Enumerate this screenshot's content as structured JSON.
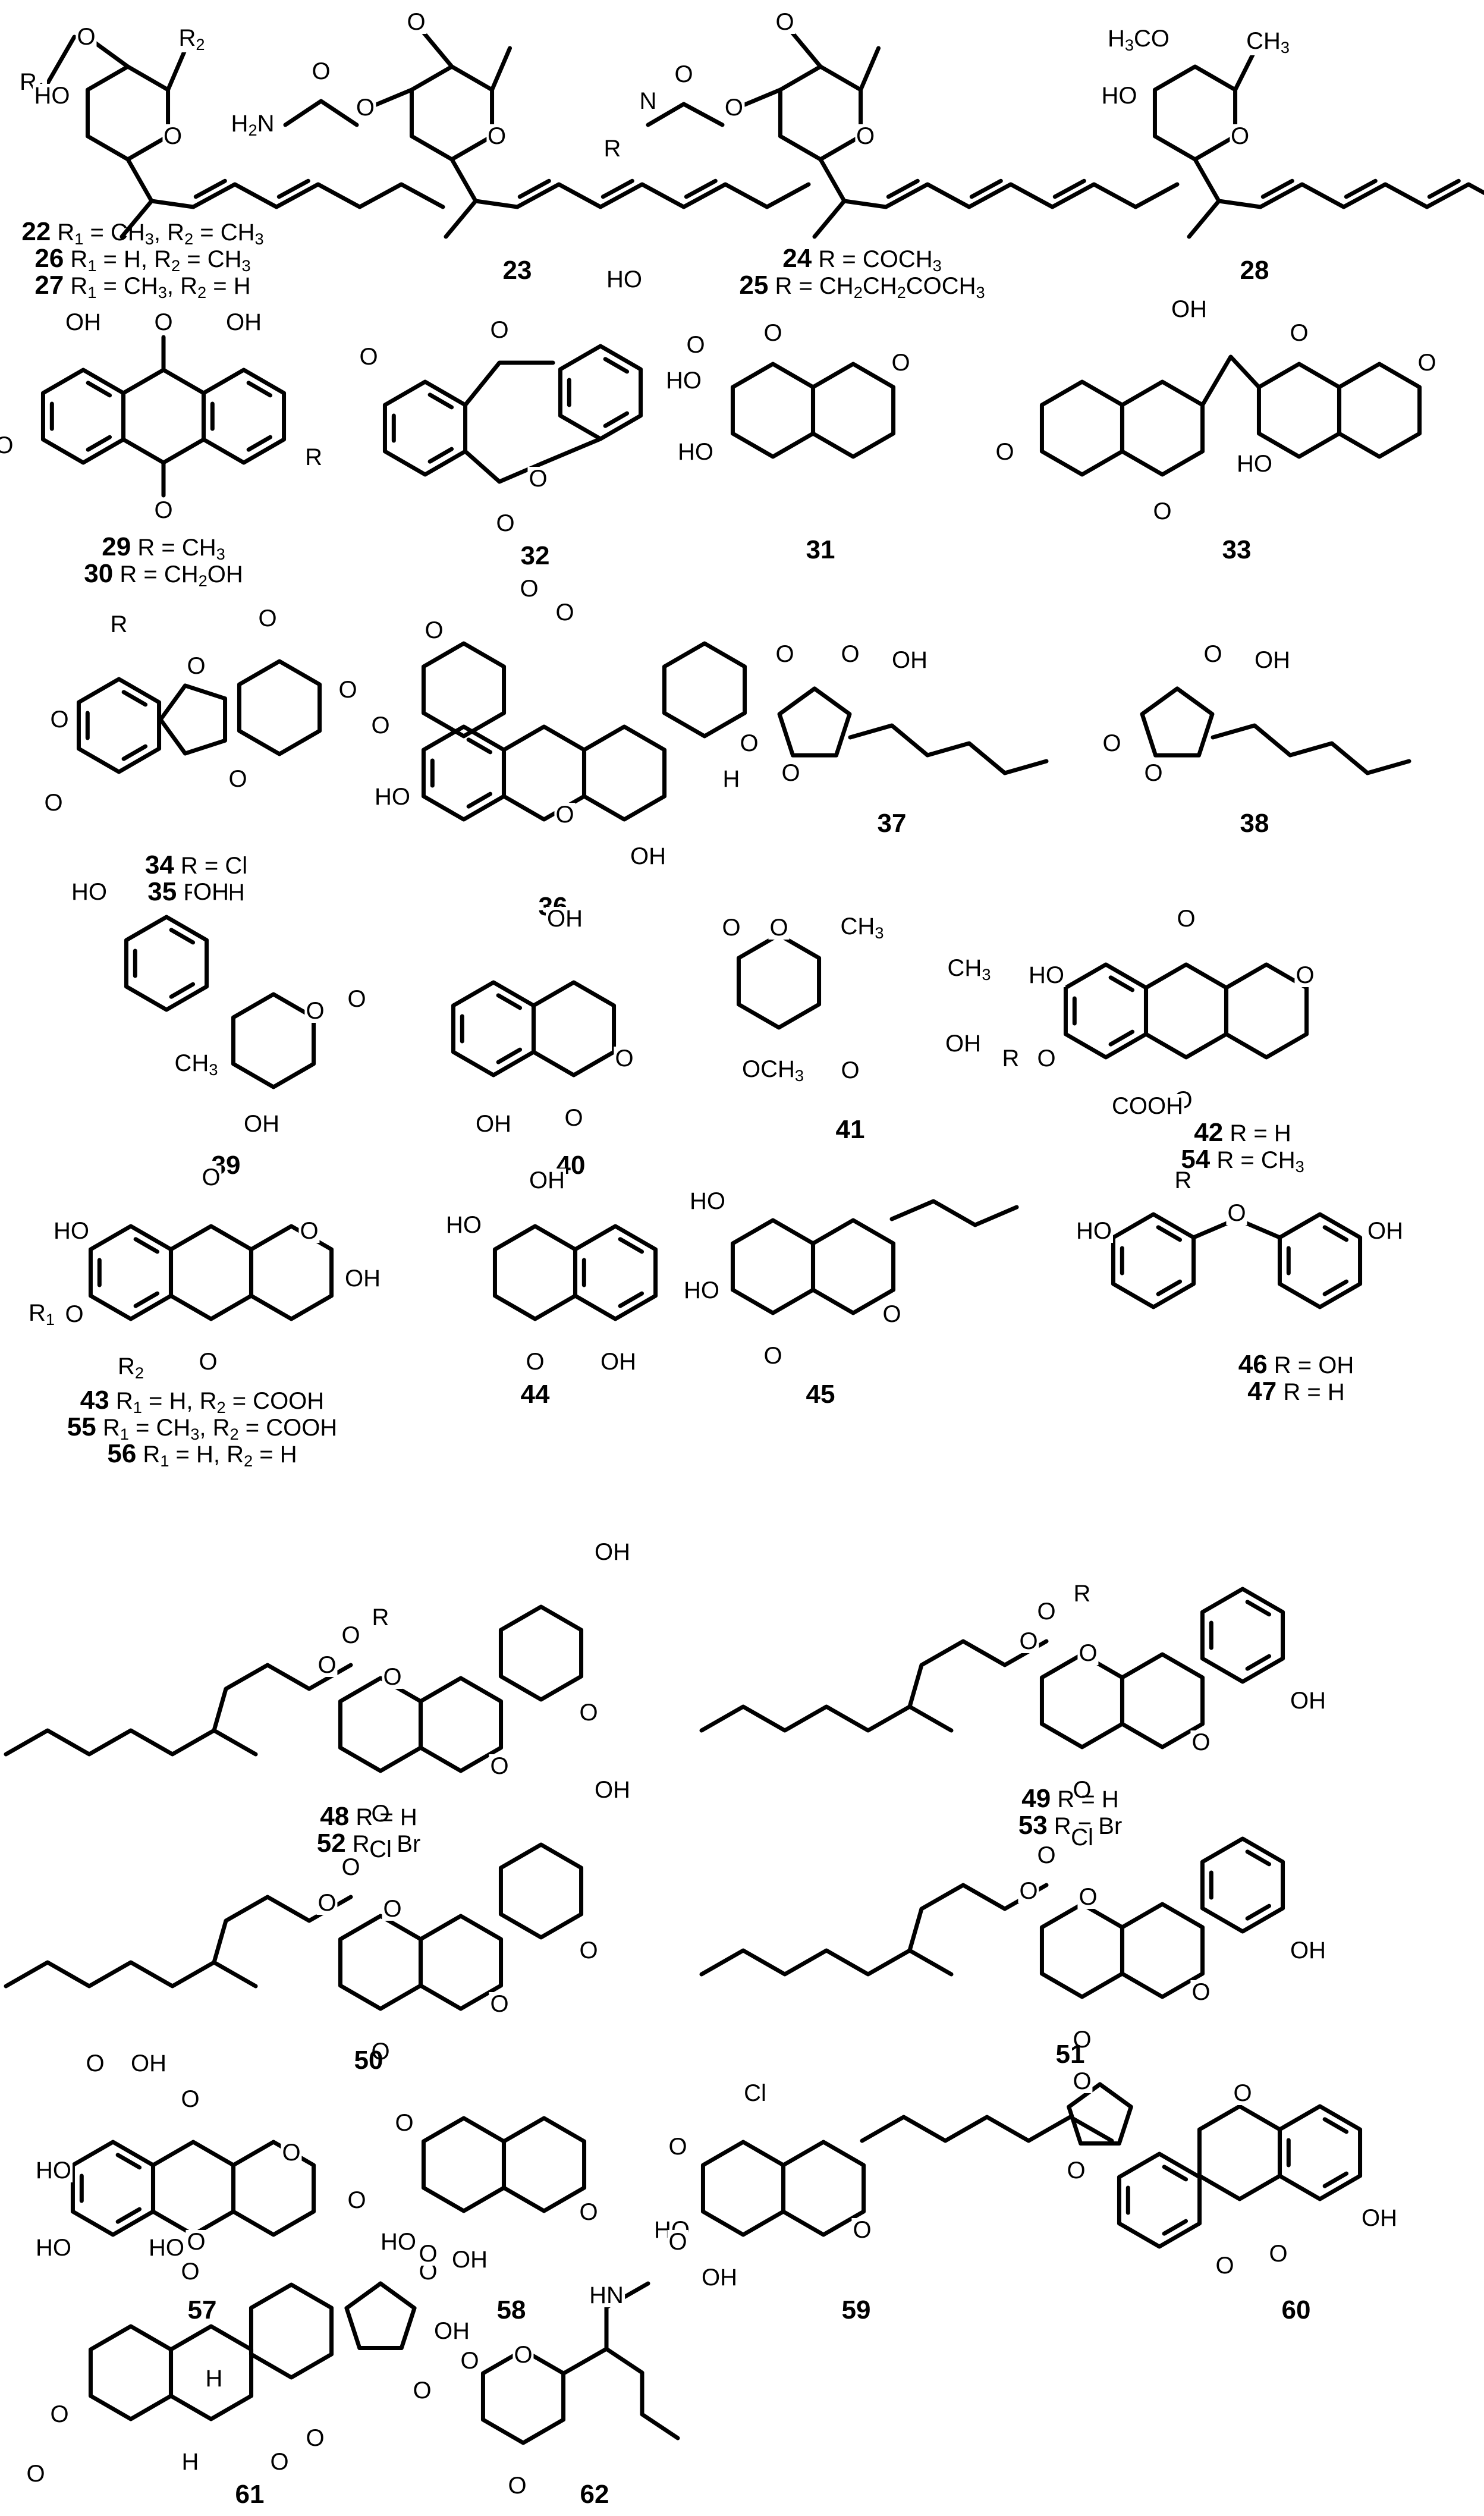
{
  "structures": [
    {
      "id": "22",
      "substituents": [
        "R1 = CH3, R2 = CH3"
      ]
    },
    {
      "id": "26",
      "substituents": [
        "R1 = H, R2 = CH3"
      ]
    },
    {
      "id": "27",
      "substituents": [
        "R1 = CH3, R2 = H"
      ]
    },
    {
      "id": "23",
      "substituents": []
    },
    {
      "id": "24",
      "substituents": [
        "R = COCH3"
      ]
    },
    {
      "id": "25",
      "substituents": [
        "R = CH2CH2COCH3"
      ]
    },
    {
      "id": "28",
      "substituents": []
    },
    {
      "id": "29",
      "substituents": [
        "R = CH3"
      ]
    },
    {
      "id": "30",
      "substituents": [
        "R = CH2OH"
      ]
    },
    {
      "id": "32",
      "substituents": []
    },
    {
      "id": "31",
      "substituents": []
    },
    {
      "id": "33",
      "substituents": []
    },
    {
      "id": "34",
      "substituents": [
        "R = Cl"
      ]
    },
    {
      "id": "35",
      "substituents": [
        "R = H"
      ]
    },
    {
      "id": "36",
      "substituents": []
    },
    {
      "id": "37",
      "substituents": []
    },
    {
      "id": "38",
      "substituents": []
    },
    {
      "id": "39",
      "substituents": []
    },
    {
      "id": "40",
      "substituents": []
    },
    {
      "id": "41",
      "substituents": []
    },
    {
      "id": "42",
      "substituents": [
        "R = H"
      ]
    },
    {
      "id": "54",
      "substituents": [
        "R = CH3"
      ]
    },
    {
      "id": "43",
      "substituents": [
        "R1 = H, R2 = COOH"
      ]
    },
    {
      "id": "55",
      "substituents": [
        "R1 = CH3, R2 = COOH"
      ]
    },
    {
      "id": "56",
      "substituents": [
        "R1 = H, R2 = H"
      ]
    },
    {
      "id": "44",
      "substituents": []
    },
    {
      "id": "45",
      "substituents": []
    },
    {
      "id": "46",
      "substituents": [
        "R = OH"
      ]
    },
    {
      "id": "47",
      "substituents": [
        "R = H"
      ]
    },
    {
      "id": "48",
      "substituents": [
        "R = H"
      ]
    },
    {
      "id": "52",
      "substituents": [
        "R = Br"
      ]
    },
    {
      "id": "49",
      "substituents": [
        "R = H"
      ]
    },
    {
      "id": "53",
      "substituents": [
        "R = Br"
      ]
    },
    {
      "id": "50",
      "substituents": []
    },
    {
      "id": "51",
      "substituents": []
    },
    {
      "id": "57",
      "substituents": []
    },
    {
      "id": "58",
      "substituents": []
    },
    {
      "id": "59",
      "substituents": []
    },
    {
      "id": "60",
      "substituents": []
    },
    {
      "id": "61",
      "substituents": []
    },
    {
      "id": "62",
      "substituents": []
    }
  ],
  "atoms": {
    "OH": "OH",
    "HO": "HO",
    "O": "O",
    "Cl": "Cl",
    "Br": "Br",
    "H": "H",
    "R": "R",
    "R1": "R1",
    "R2": "R2",
    "NH": "N",
    "NHH": "H",
    "HN": "HN",
    "H2N": "H2N",
    "H3CO": "H3CO",
    "CH3": "CH3",
    "COOH": "COOH",
    "OCH3": "OCH3"
  }
}
